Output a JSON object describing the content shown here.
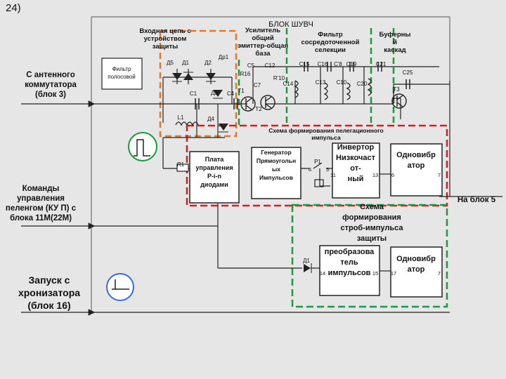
{
  "slide_number": "24)",
  "header": {
    "title": "БЛОК ШУВЧ"
  },
  "sections": {
    "input_circuit": [
      "Входная цепь с",
      "устройством",
      "защиты"
    ],
    "amplifier": [
      "Усилитель",
      "общий",
      "эмиттер-общая",
      "база"
    ],
    "filter": [
      "Фильтр",
      "сосредоточенной",
      "селекции"
    ],
    "buffer": [
      "Буферны",
      "й",
      "каскад"
    ]
  },
  "left_labels": {
    "antenna": [
      "С антенного",
      "коммутатора",
      "(блок 3)"
    ],
    "commands": [
      "Команды",
      "управления",
      "пеленгом (КУ П) с",
      "блока 11М(22М)"
    ],
    "launch": [
      "Запуск с",
      "хронизатора",
      "(блок 16)"
    ]
  },
  "right_label": "На блок 5",
  "blocks": {
    "bandpass": [
      "Фильтр",
      "полосовой"
    ],
    "pin_ctrl": [
      "Плата",
      "управления",
      "P-i-n",
      "диодами"
    ],
    "rect_gen": [
      "Генератор",
      "Прямоугольн",
      "ых",
      "Импульсов"
    ],
    "inverter": [
      "Инвертор",
      "Низкочаст",
      "от-",
      "ный"
    ],
    "oneshot1": [
      "Одновибр",
      "атор"
    ],
    "converter": [
      "преобразова",
      "тель",
      "импульсов"
    ],
    "oneshot2": [
      "Одновибр",
      "атор"
    ]
  },
  "group_labels": {
    "pelengation": [
      "Схема формирования пелегационного",
      "импульса"
    ],
    "strobe": [
      "Схема",
      "формирования",
      "строб-импульса",
      "защиты"
    ]
  },
  "components": [
    "Д5",
    "Д1",
    "Д2",
    "С1",
    "Д3",
    "С4",
    "L1",
    "Д4",
    "Т1",
    "Т2",
    "С5",
    "С12",
    "R16",
    "С7",
    "R'10",
    "С15",
    "С16",
    "С'8",
    "С19",
    "С21",
    "С25",
    "С14",
    "С13",
    "С10",
    "С20",
    "Т3",
    "Др1",
    "R1",
    "Д1",
    "Р1"
  ],
  "pins": [
    "6",
    "5",
    "11",
    "13",
    "6",
    "7",
    "14",
    "15",
    "17",
    "7"
  ],
  "colors": {
    "orange": "#e07a2a",
    "green": "#1a9a3a",
    "red": "#d62020",
    "line": "#222222",
    "bg": "#e6e6e6"
  }
}
